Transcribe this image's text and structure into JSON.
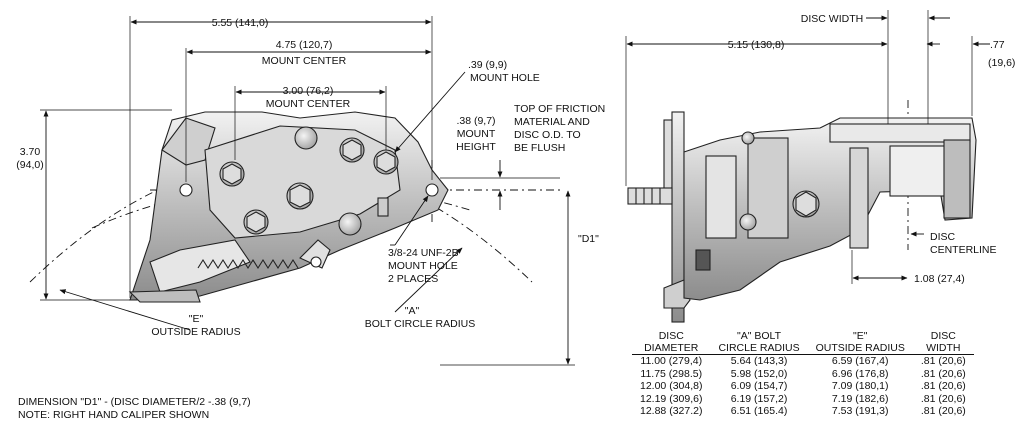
{
  "front_view": {
    "dim_overall_width": "5.55 (141,0)",
    "dim_mount_center_outer": "4.75 (120,7)",
    "dim_mount_center_outer_label": "MOUNT CENTER",
    "dim_mount_center_inner": "3.00 (76,2)",
    "dim_mount_center_inner_label": "MOUNT CENTER",
    "dim_height": "3.70",
    "dim_height_mm": "(94,0)",
    "mount_hole_dim": ".39 (9,9)",
    "mount_hole_label": "MOUNT HOLE",
    "mount_height_dim": ".38 (9,7)",
    "mount_height_label_1": "MOUNT",
    "mount_height_label_2": "HEIGHT",
    "friction_note_1": "TOP OF FRICTION",
    "friction_note_2": "MATERIAL AND",
    "friction_note_3": "DISC O.D. TO",
    "friction_note_4": "BE FLUSH",
    "thread_note_1": "3/8-24 UNF-2B",
    "thread_note_2": "MOUNT HOLE",
    "thread_note_3": "2 PLACES",
    "d1_label": "\"D1\"",
    "e_label": "\"E\"",
    "e_desc": "OUTSIDE RADIUS",
    "a_label": "\"A\"",
    "a_desc": "BOLT CIRCLE RADIUS"
  },
  "side_view": {
    "disc_width_label": "DISC WIDTH",
    "dim_length": "5.15 (130,8)",
    "dim_offset_in": ".77",
    "dim_offset_mm": "(19,6)",
    "disc_label": "DISC",
    "centerline_label": "CENTERLINE",
    "dim_center_offset": "1.08 (27,4)"
  },
  "notes": {
    "line_1": "DIMENSION \"D1\" - (DISC DIAMETER/2 -.38 (9,7)",
    "line_2": "NOTE: RIGHT HAND CALIPER SHOWN"
  },
  "table": {
    "headers": [
      [
        "DISC",
        "DIAMETER"
      ],
      [
        "\"A\" BOLT",
        "CIRCLE RADIUS"
      ],
      [
        "\"E\"",
        "OUTSIDE RADIUS"
      ],
      [
        "DISC",
        "WIDTH"
      ]
    ],
    "rows": [
      [
        "11.00  (279,4)",
        "5.64  (143,3)",
        "6.59  (167,4)",
        ".81  (20,6)"
      ],
      [
        "11.75  (298.5)",
        "5.98  (152,0)",
        "6.96  (176,8)",
        ".81  (20,6)"
      ],
      [
        "12.00  (304,8)",
        "6.09  (154,7)",
        "7.09  (180,1)",
        ".81  (20,6)"
      ],
      [
        "12.19  (309,6)",
        "6.19  (157,2)",
        "7.19  (182,6)",
        ".81  (20,6)"
      ],
      [
        "12.88  (327.2)",
        "6.51  (165.4)",
        "7.53  (191,3)",
        ".81  (20,6)"
      ]
    ]
  }
}
